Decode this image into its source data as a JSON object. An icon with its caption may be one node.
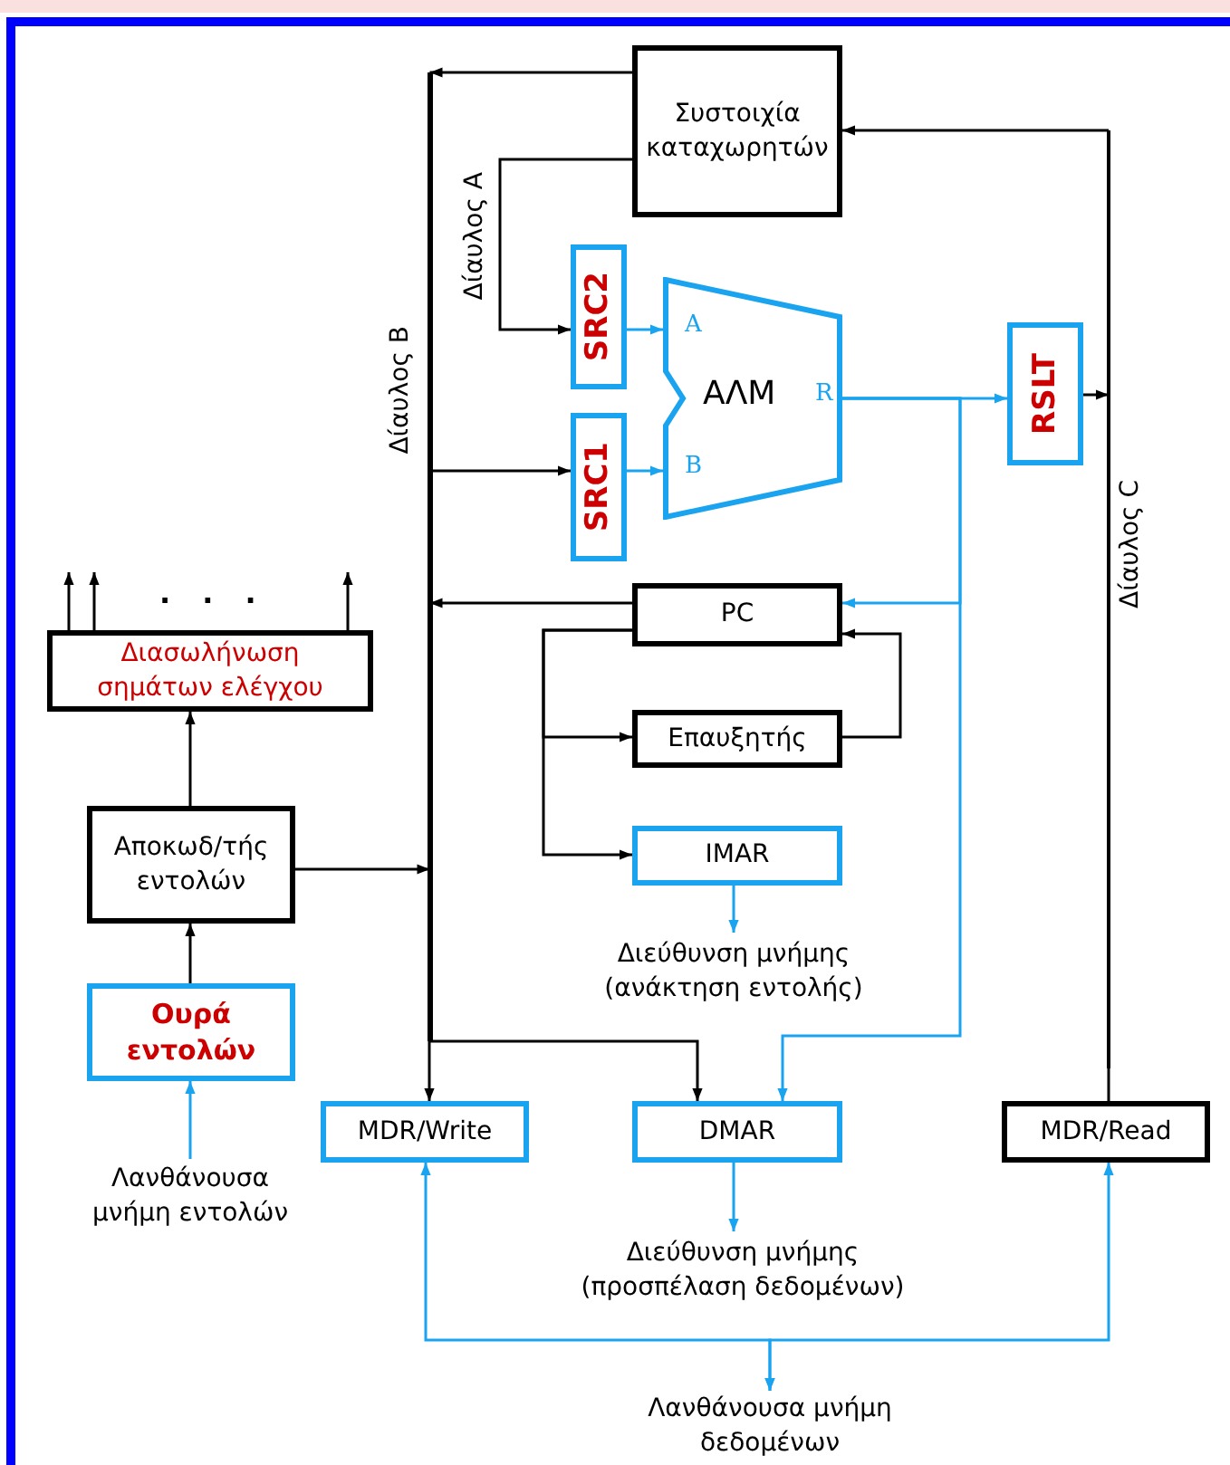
{
  "diagram": {
    "nodes": [
      {
        "text": [
          "Συστοιχία καταχωρητών"
        ]
      },
      {
        "text": [],
        "shape": "bar"
      },
      {
        "text": [
          "SRC2"
        ]
      },
      {
        "text": [
          "A",
          "B",
          "ΑΛΜ",
          "R"
        ]
      },
      {
        "text": [
          "SRC1"
        ]
      },
      {
        "text": [
          "RSLT"
        ]
      },
      {
        "text": [],
        "shape": "bar"
      },
      {
        "text": [
          "Διασωλήνωση σημάτων ελέγχου"
        ]
      },
      {
        "text": [
          "PC"
        ]
      },
      {
        "text": [
          "Επαυξητής"
        ]
      },
      {
        "text": [
          "Αποκωδ/τής εντολών"
        ]
      },
      {
        "text": [
          "IMAR"
        ]
      },
      {
        "text": [
          "Διεύθυνση μνήμης (ανάκτηση εντολής)"
        ]
      },
      {
        "text": [
          "Ουρά εντολών"
        ]
      },
      {
        "text": [
          "MDR/Write"
        ]
      },
      {
        "text": [
          "DMAR"
        ]
      },
      {
        "text": [
          "MDR/Read"
        ]
      },
      {
        "text": [
          "Λανθάνουσα μνήμη εντολών"
        ]
      },
      {
        "text": [
          "Διεύθυνση μνήμης (προσπέλαση δεδομένων)"
        ]
      },
      {
        "text": [
          "Λανθάνουσα μνήμη δεδομένων"
        ]
      }
    ],
    "edges": [
      {
        "from": 0,
        "to": 1,
        "arrow": "to"
      },
      {
        "from": 0,
        "to": 2,
        "arrow": "to"
      },
      {
        "from": 1,
        "to": 4,
        "arrow": "to"
      },
      {
        "from": 2,
        "to": 3,
        "arrow": "to",
        "color": "#1aa3ef"
      },
      {
        "from": 4,
        "to": 3,
        "arrow": "to",
        "color": "#1aa3ef"
      },
      {
        "from": 3,
        "to": 5,
        "arrow": "to",
        "color": "#1aa3ef"
      },
      {
        "from": 3,
        "to": 8,
        "arrow": "to",
        "color": "#1aa3ef"
      },
      {
        "from": 3,
        "to": 15,
        "arrow": "to",
        "color": "#1aa3ef"
      },
      {
        "from": 5,
        "to": 6,
        "arrow": "to"
      },
      {
        "from": 6,
        "to": 0,
        "arrow": "to"
      },
      {
        "from": 8,
        "to": 1,
        "arrow": "to"
      },
      {
        "from": 8,
        "to": 9,
        "arrow": "to"
      },
      {
        "from": 8,
        "to": 11,
        "arrow": "to"
      },
      {
        "from": 9,
        "to": 8,
        "arrow": "to"
      },
      {
        "from": 10,
        "to": 1,
        "arrow": "to"
      },
      {
        "from": 10,
        "to": 7,
        "arrow": "to"
      },
      {
        "from": 13,
        "to": 10,
        "arrow": "to"
      },
      {
        "from": 17,
        "to": 13,
        "arrow": "to",
        "color": "#1aa3ef"
      },
      {
        "from": 11,
        "to": 12,
        "arrow": "to",
        "color": "#1aa3ef"
      },
      {
        "from": 1,
        "to": 14,
        "arrow": "to"
      },
      {
        "from": 1,
        "to": 15,
        "arrow": "to"
      },
      {
        "from": 15,
        "to": 18,
        "arrow": "to",
        "color": "#1aa3ef"
      },
      {
        "from": 16,
        "to": 6,
        "arrow": "none"
      },
      {
        "from": 14,
        "to": 19,
        "arrow": "both",
        "color": "#1aa3ef"
      },
      {
        "from": 16,
        "to": 19,
        "arrow": "both",
        "color": "#1aa3ef"
      },
      {
        "from": 7,
        "to": null,
        "arrow": "to"
      },
      {
        "from": 7,
        "to": null,
        "arrow": "to"
      },
      {
        "from": 7,
        "to": null,
        "arrow": "to"
      }
    ],
    "labels": [
      "Δίαυλος A",
      "Δίαυλος B",
      "Δίαυλος C",
      ". . ."
    ]
  }
}
